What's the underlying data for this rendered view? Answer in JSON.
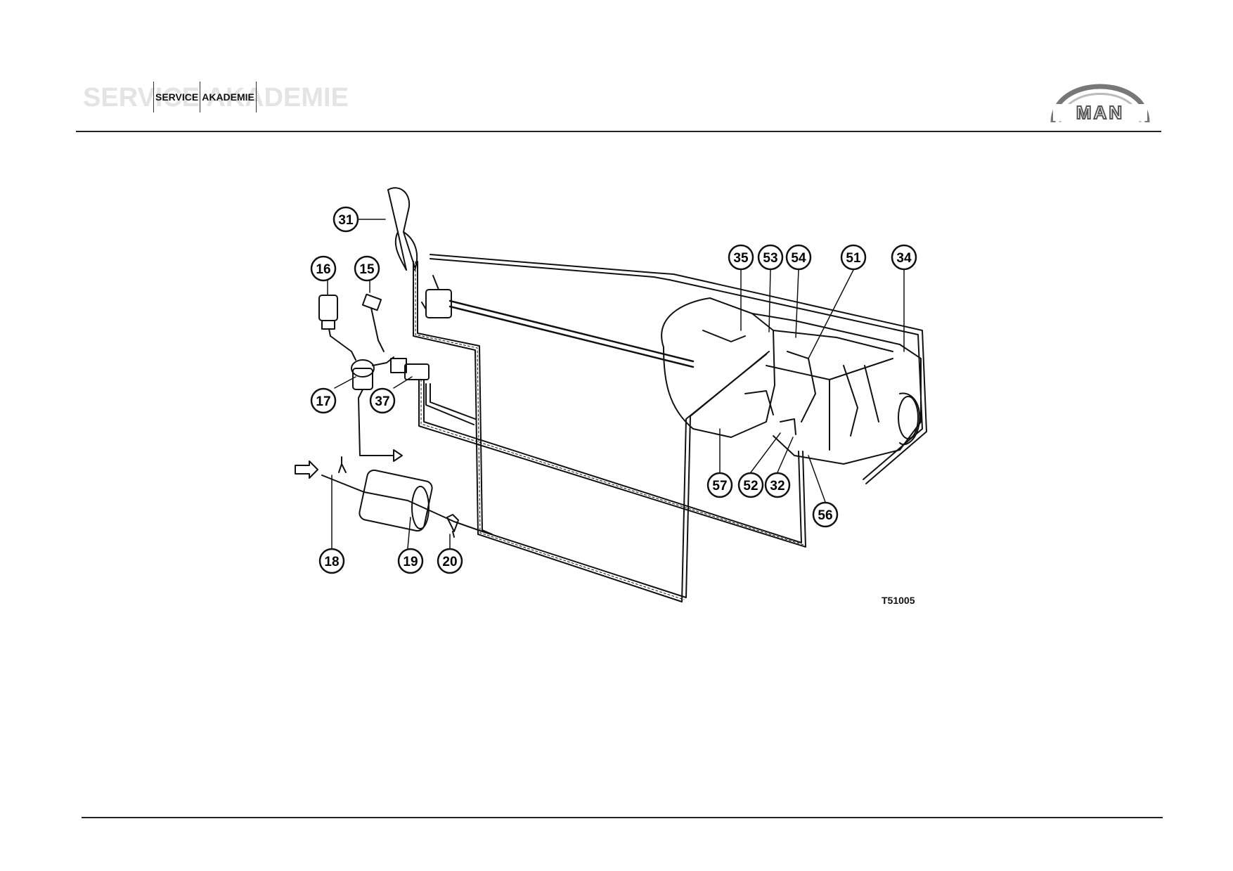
{
  "header": {
    "watermark": "SERVICE AKADEMIE",
    "label_service": "SERVICE",
    "label_akademie": "AKADEMIE"
  },
  "logo": {
    "text": "MAN",
    "icon": "man-arch-logo"
  },
  "diagram": {
    "reference": "T51005",
    "callouts": [
      "31",
      "16",
      "15",
      "17",
      "37",
      "18",
      "19",
      "20",
      "35",
      "53",
      "54",
      "51",
      "34",
      "57",
      "52",
      "32",
      "56"
    ]
  },
  "colors": {
    "line": "#111111",
    "rule": "#222222",
    "watermark": "#e4e4e4"
  }
}
